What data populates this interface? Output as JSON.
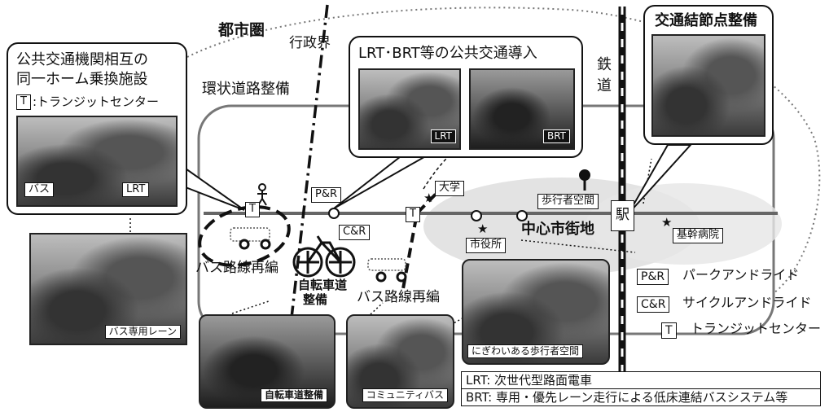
{
  "labels": {
    "metro_area": "都市圏",
    "admin_boundary": "行政界",
    "ring_road": "環状道路整備",
    "railway": "鉄\n道",
    "railway_1": "鉄",
    "railway_2": "道",
    "cbd": "中心市街地"
  },
  "callouts": {
    "transfer": {
      "title_line1": "公共交通機関相互の",
      "title_line2": "同一ホーム乗換施設",
      "t_key": "T",
      "t_text": ":トランジットセンター",
      "photo_tags": [
        "バス",
        "LRT"
      ]
    },
    "lrt_brt": {
      "title": "LRT･BRT等の公共交通導入",
      "photo_tags": [
        "LRT",
        "BRT"
      ]
    },
    "hub": {
      "title": "交通結節点整備"
    }
  },
  "photos": {
    "bus_lane": "バス専用レーン",
    "bike_path": "自転車道整備",
    "community_bus": "コミュニティバス",
    "pedestrian": "にぎわいある歩行者空間"
  },
  "map_nodes": {
    "t1": "T",
    "t2": "T",
    "p_and_r": "P&R",
    "c_and_r": "C&R",
    "university": "大学",
    "city_hall": "市役所",
    "pedestrian_space": "歩行者空間",
    "station": "駅",
    "hospital": "基幹病院",
    "bus_reorg_1": "バス路線再編",
    "bus_reorg_2": "バス路線再編",
    "bike_road_1": "自転車道",
    "bike_road_2": "整備"
  },
  "legend": [
    {
      "key": "P&R",
      "text": "パークアンドライド"
    },
    {
      "key": "C&R",
      "text": "サイクルアンドライド"
    },
    {
      "key": "T",
      "text": "トランジットセンター"
    }
  ],
  "notes": [
    "LRT: 次世代型路面電車",
    "BRT: 専用・優先レーン走行による低床連結バスシステム等"
  ],
  "icons": [
    "pedestrian-icon",
    "bicycle-icon",
    "bus-icon",
    "star-icon"
  ]
}
